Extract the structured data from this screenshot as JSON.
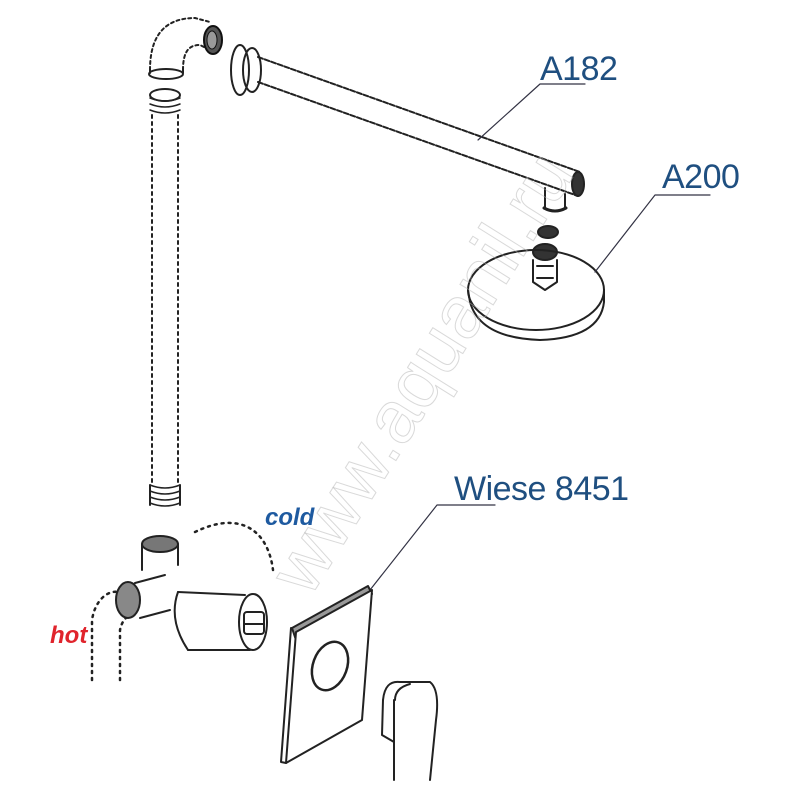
{
  "labels": {
    "arm": "A182",
    "head": "A200",
    "mixer": "Wiese 8451",
    "cold": "cold",
    "hot": "hot"
  },
  "watermark": "www.aquanil.ru",
  "colors": {
    "label": "#1f4f80",
    "cold": "#1e5aa0",
    "hot": "#e0242c",
    "line": "#222222"
  }
}
